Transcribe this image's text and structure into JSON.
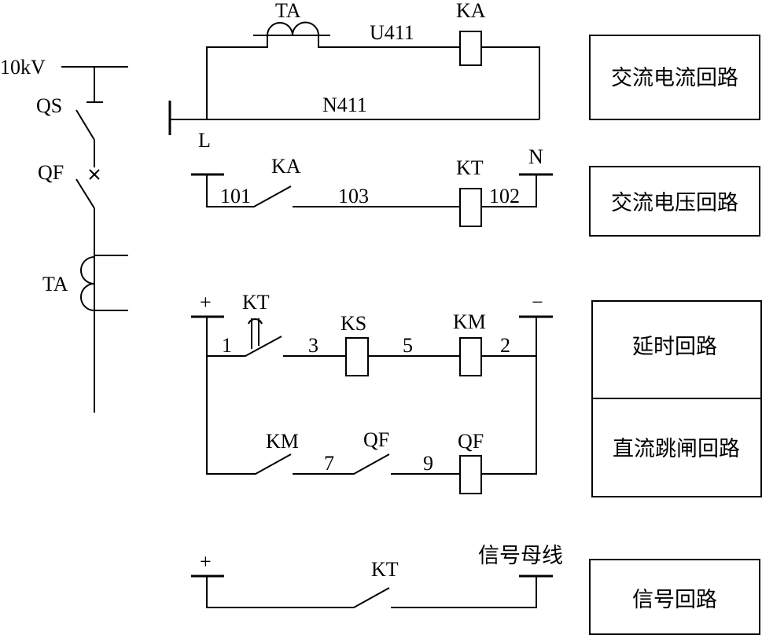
{
  "single_line": {
    "voltage": "10kV",
    "disconnector": "QS",
    "breaker": "QF",
    "ct": "TA"
  },
  "ac_current": {
    "ct": "TA",
    "wire_top": "U411",
    "relay": "KA",
    "wire_bottom": "N411",
    "terminal": "L",
    "box_label": "交流电流回路"
  },
  "ac_voltage": {
    "wire1": "101",
    "contact": "KA",
    "wire2": "103",
    "relay": "KT",
    "wire3": "102",
    "neutral": "N",
    "box_label": "交流电压回路"
  },
  "delay": {
    "plus": "+",
    "minus": "−",
    "contact": "KT",
    "n1": "1",
    "n3": "3",
    "signal_relay": "KS",
    "n5": "5",
    "coil": "KM",
    "n2": "2",
    "box_label": "延时回路"
  },
  "dc_trip": {
    "contact1": "KM",
    "n7": "7",
    "contact2": "QF",
    "n9": "9",
    "coil": "QF",
    "box_label": "直流跳闸回路"
  },
  "signal": {
    "plus": "+",
    "contact": "KT",
    "bus": "信号母线",
    "box_label": "信号回路"
  }
}
